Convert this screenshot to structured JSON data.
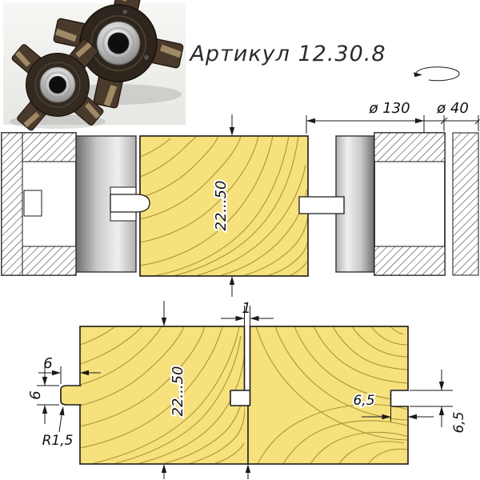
{
  "title": "Артикул 12.30.8",
  "dimensions": {
    "cutter_diameter": "ø 130",
    "bore_diameter": "ø 40",
    "workpiece_thickness_assembly": "22...50",
    "workpiece_thickness_profile": "22...50",
    "top_gap": "1",
    "tongue_width": "6",
    "tongue_height": "6",
    "tongue_radius": "R1,5",
    "groove_depth": "6,5",
    "groove_height": "6,5"
  },
  "icons": {
    "rotation": "rotation-direction-icon"
  },
  "colors": {
    "wood_fill": "#F6E17C",
    "wood_grain": "#A8903A",
    "metal_gray": "#9a9a9a",
    "outline": "#1a1a1a",
    "photo_background": "#f3f3f1"
  }
}
